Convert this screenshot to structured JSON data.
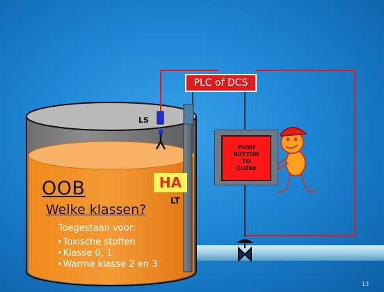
{
  "slide": {
    "title_main": "OOB",
    "subtitle": "Welke klassen?",
    "allowed_heading": "Toegestaan voor:",
    "allowed_items": [
      "Toxische stoffen",
      "Klasse 0, 1",
      "Warme klasse 2 en 3"
    ],
    "page_number": "13"
  },
  "diagram": {
    "plc_label": "PLC of DCS",
    "high_alarm_label": "HA",
    "level_transmitter_label": "LT",
    "level_switch_label": "LS",
    "push_button_lines": [
      "PUSH",
      "BUTTON",
      "TO",
      "CLOSE"
    ]
  },
  "colors": {
    "background": "#1d86d4",
    "liquid": "#f0851e",
    "signal_line": "#e01b1b",
    "plc_box": "#e01b1b",
    "push_button": "#ff1616",
    "ha_box": "#fff55a",
    "figure": "#ffa020"
  }
}
